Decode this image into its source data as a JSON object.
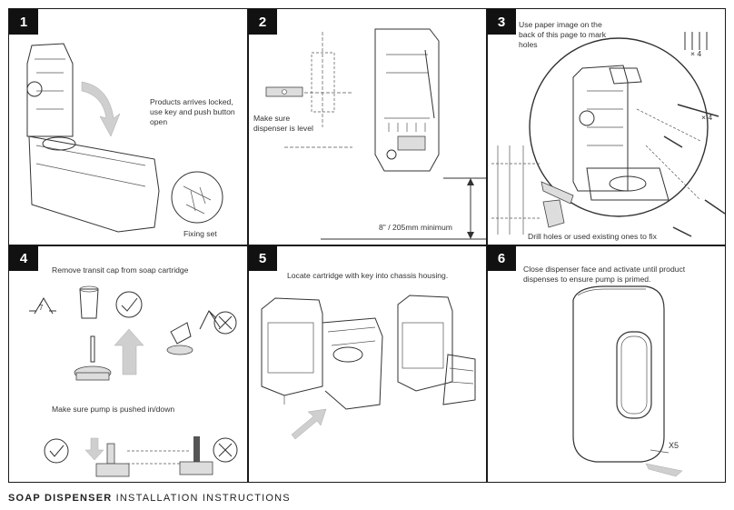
{
  "steps": [
    {
      "number": "1",
      "text": "Products arrives locked, use key and push button open",
      "caption": "Fixing set"
    },
    {
      "number": "2",
      "text": "Make sure dispenser is level",
      "caption": "8\" / 205mm minimum"
    },
    {
      "number": "3",
      "text": "Use paper image on the back of this page to mark holes",
      "caption": "Drill holes or used existing ones to fix",
      "count_top": "× 4",
      "count_side": "× 4"
    },
    {
      "number": "4",
      "text": "Remove transit cap from soap cartridge",
      "caption": "Make sure pump is pushed in/down",
      "recycle_number": "7"
    },
    {
      "number": "5",
      "text": "Locate cartridge with key into chassis housing."
    },
    {
      "number": "6",
      "text": "Close dispenser face and activate until product dispenses to ensure pump is primed.",
      "caption": "X5"
    }
  ],
  "footer": {
    "title": "SOAP DISPENSER",
    "subtitle": " INSTALLATION INSTRUCTIONS"
  }
}
